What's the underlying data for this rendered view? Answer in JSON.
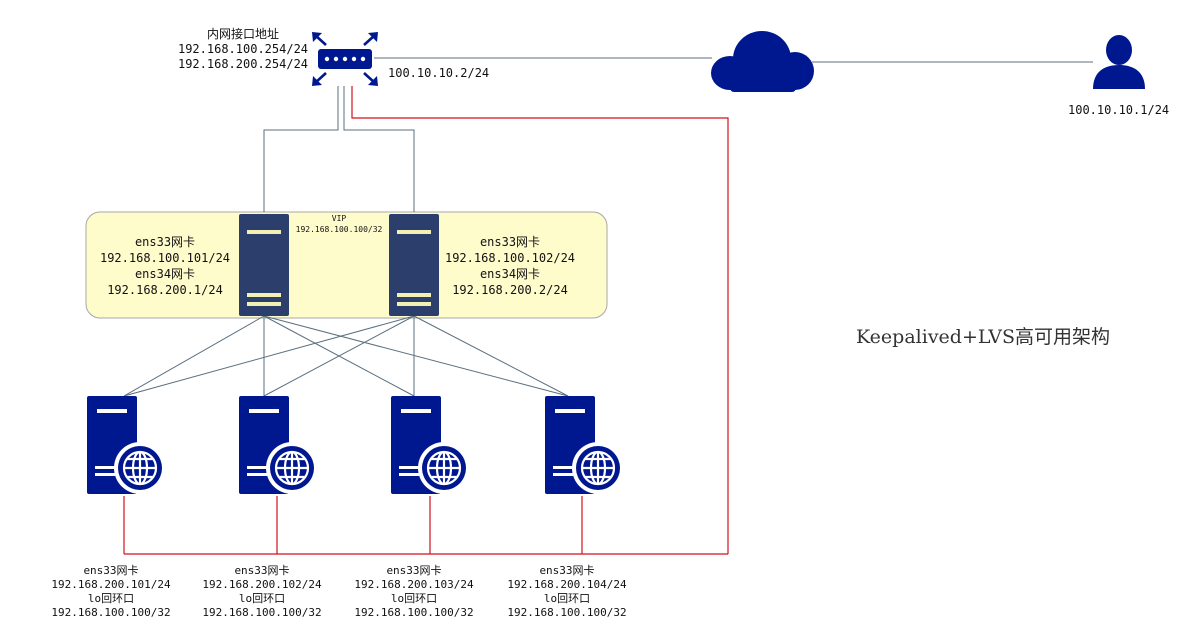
{
  "title": "Keepalived+LVS高可用架构",
  "router": {
    "label_title": "内网接口地址",
    "ip1": "192.168.100.254/24",
    "ip2": "192.168.200.254/24",
    "wan_ip": "100.10.10.2/24"
  },
  "client": {
    "ip": "100.10.10.1/24"
  },
  "vip": {
    "label": "VIP",
    "address": "192.168.100.100/32"
  },
  "load_balancers": [
    {
      "if1": "ens33网卡",
      "ip1": "192.168.100.101/24",
      "if2": "ens34网卡",
      "ip2": "192.168.200.1/24"
    },
    {
      "if1": "ens33网卡",
      "ip1": "192.168.100.102/24",
      "if2": "ens34网卡",
      "ip2": "192.168.200.2/24"
    }
  ],
  "real_servers": [
    {
      "if1": "ens33网卡",
      "ip1": "192.168.200.101/24",
      "if2": "lo回环口",
      "ip2": "192.168.100.100/32"
    },
    {
      "if1": "ens33网卡",
      "ip1": "192.168.200.102/24",
      "if2": "lo回环口",
      "ip2": "192.168.100.100/32"
    },
    {
      "if1": "ens33网卡",
      "ip1": "192.168.200.103/24",
      "if2": "lo回环口",
      "ip2": "192.168.100.100/32"
    },
    {
      "if1": "ens33网卡",
      "ip1": "192.168.200.104/24",
      "if2": "lo回环口",
      "ip2": "192.168.100.100/32"
    }
  ],
  "colors": {
    "icon_blue": "#00188f",
    "lb_navy": "#2c3e6b",
    "link_gray": "#5a6f7f",
    "link_red": "#d0121b",
    "cluster_fill": "#fffccc",
    "cluster_stroke": "#a7a7a7"
  }
}
